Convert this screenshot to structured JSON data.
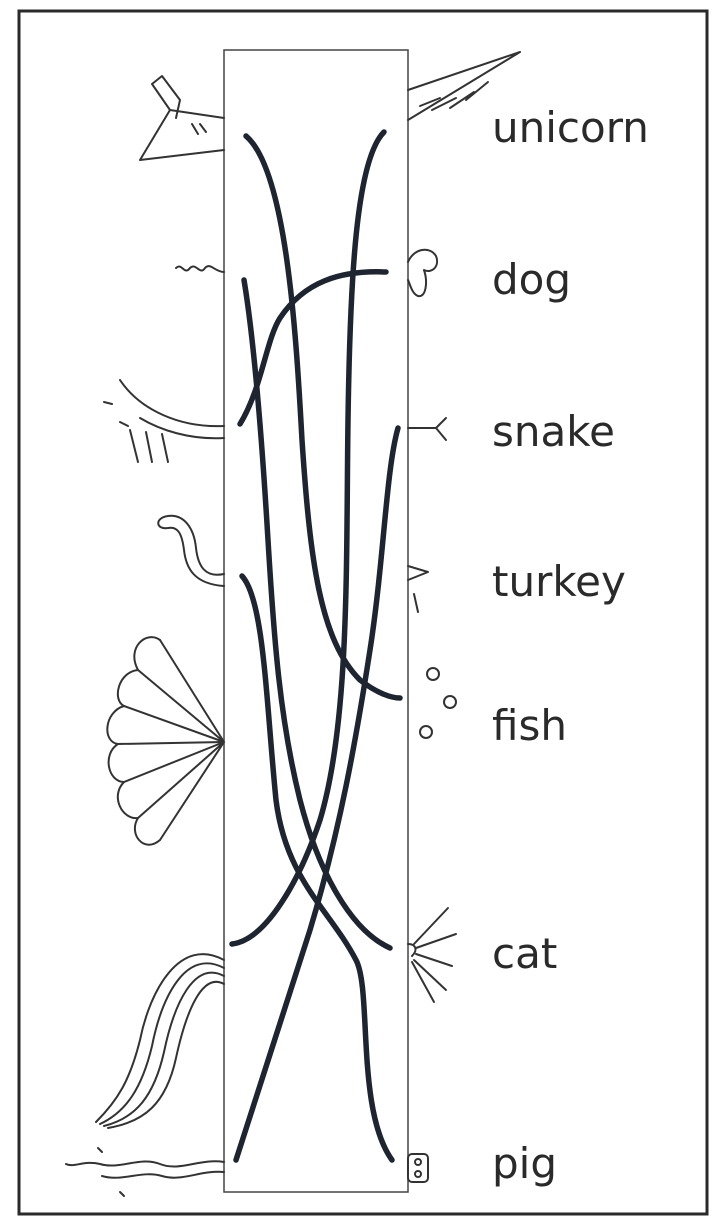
{
  "animals": {
    "unicorn": "unicorn",
    "dog": "dog",
    "snake": "snake",
    "turkey": "turkey",
    "fish": "fish",
    "cat": "cat",
    "pig": "pig"
  },
  "colors": {
    "frame": "#2a2a2a",
    "ink": "#1e2530",
    "sketch": "#333333",
    "background": "#ffffff"
  }
}
